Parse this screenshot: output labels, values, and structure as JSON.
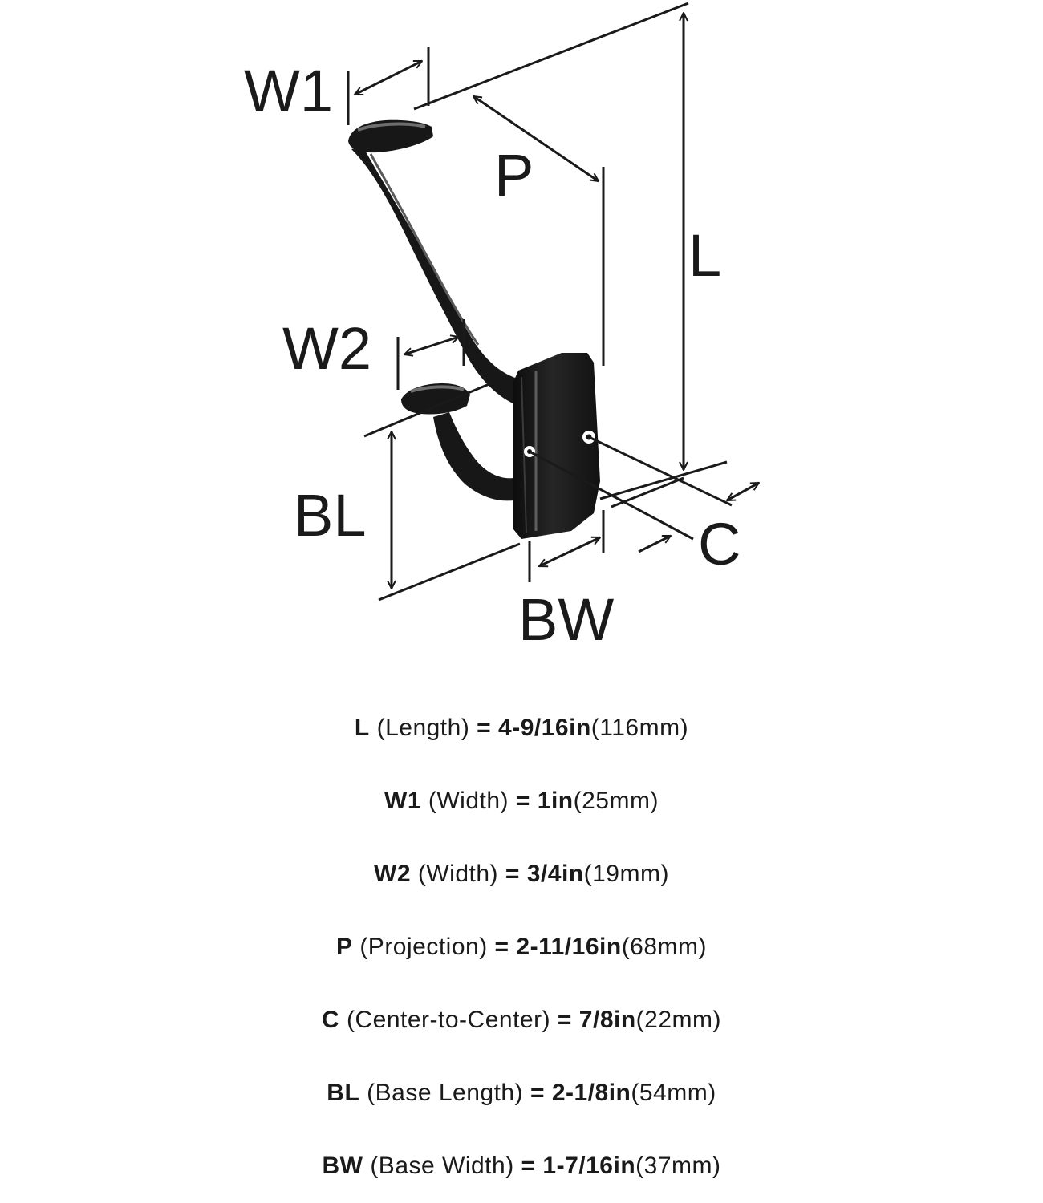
{
  "diagram": {
    "labels": {
      "w1": "W1",
      "p": "P",
      "l": "L",
      "w2": "W2",
      "bl": "BL",
      "c": "C",
      "bw": "BW"
    },
    "colors": {
      "hook_finish": "#171717",
      "hook_highlight": "#6e6e6e",
      "lines": "#1a1a1a"
    }
  },
  "specs": [
    {
      "code": "L",
      "desc": "(Length)",
      "imperial": "4-9/16in",
      "metric": "(116mm)"
    },
    {
      "code": "W1",
      "desc": "(Width)",
      "imperial": "1in",
      "metric": "(25mm)"
    },
    {
      "code": "W2",
      "desc": "(Width)",
      "imperial": "3/4in",
      "metric": "(19mm)"
    },
    {
      "code": "P",
      "desc": "(Projection)",
      "imperial": "2-11/16in",
      "metric": "(68mm)"
    },
    {
      "code": "C",
      "desc": "(Center-to-Center)",
      "imperial": "7/8in",
      "metric": "(22mm)"
    },
    {
      "code": "BL",
      "desc": "(Base Length)",
      "imperial": "2-1/8in",
      "metric": "(54mm)"
    },
    {
      "code": "BW",
      "desc": "(Base Width)",
      "imperial": "1-7/16in",
      "metric": "(37mm)"
    }
  ],
  "equals": "="
}
